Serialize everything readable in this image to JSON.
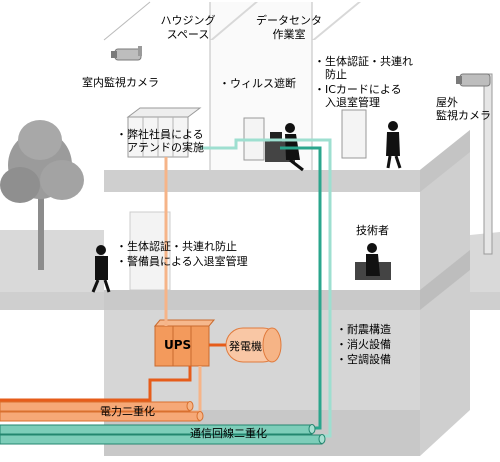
{
  "labels": {
    "housing": [
      "ハウジング",
      "スペース"
    ],
    "datacenter_room": [
      "データセンタ",
      "作業室"
    ],
    "indoor_camera": "室内監視カメラ",
    "virus_block": "・ウィルス遮断",
    "biometric_top": [
      "・生体認証・共連れ",
      "　防止",
      "・ICカードによる",
      "　入退室管理"
    ],
    "outdoor_camera": [
      "屋外",
      "監視カメラ"
    ],
    "attend": [
      "・弊社社員による",
      "　アテンドの実施"
    ],
    "biometric_mid": [
      "・生体認証・共連れ防止",
      "・警備員による入退室管理"
    ],
    "technician": "技術者",
    "ups": "UPS",
    "generator": "発電機",
    "facilities": [
      "・耐震構造",
      "・消火設備",
      "・空調設備"
    ],
    "power_dual": "電力二重化",
    "comm_dual": "通信回線二重化"
  },
  "colors": {
    "power_line": "#f28c4b",
    "power_dark": "#e65c1a",
    "comm_line": "#2aa58c",
    "comm_light": "#9edfd0",
    "building_shade": "#d3d3d3",
    "road": "#cfcfcf"
  }
}
